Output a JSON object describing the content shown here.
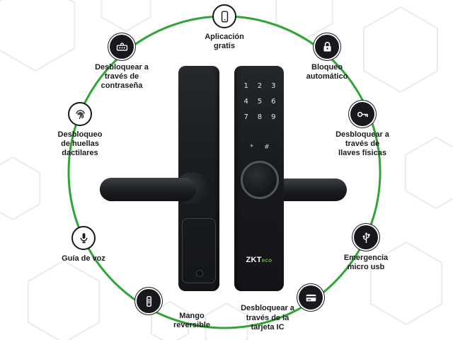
{
  "theme": {
    "ring_color": "#2fa535",
    "icon_color": "#17191c",
    "logo_accent": "#62b546"
  },
  "features": [
    {
      "id": "free-app",
      "icon": "smartphone-icon",
      "style": "outline",
      "label": "Aplicación\ngratis"
    },
    {
      "id": "auto-lock",
      "icon": "padlock-icon",
      "style": "solid",
      "label": "Bloqueo\nautomático"
    },
    {
      "id": "physical-keys",
      "icon": "key-icon",
      "style": "solid",
      "label": "Desbloquear a\ntravés de\nllaves físicas"
    },
    {
      "id": "usb-emergency",
      "icon": "micro-usb-icon",
      "style": "solid",
      "label": "Emergencia\nmicro usb"
    },
    {
      "id": "ic-card",
      "icon": "ic-card-icon",
      "style": "solid",
      "label": "Desbloquear a\ntravés de la\ntarjeta IC"
    },
    {
      "id": "reversible-handle",
      "icon": "reversible-handle-icon",
      "style": "solid",
      "label": "Mango\nreversible"
    },
    {
      "id": "voice-guide",
      "icon": "microphone-icon",
      "style": "outline",
      "label": "Guía de voz"
    },
    {
      "id": "fingerprint-unlock",
      "icon": "fingerprint-icon",
      "style": "outline",
      "label": "Desbloqueo\nde huellas\ndactilares"
    },
    {
      "id": "password-unlock",
      "icon": "password-icon",
      "style": "solid",
      "label": "Desbloquear a\ntravés de\ncontraseña"
    }
  ],
  "device": {
    "brand": "ZKT",
    "brand_suffix": "eco",
    "keypad_digits": [
      "1",
      "2",
      "3",
      "4",
      "5",
      "6",
      "7",
      "8",
      "9"
    ],
    "keypad_symbols": [
      "*",
      "#"
    ]
  }
}
